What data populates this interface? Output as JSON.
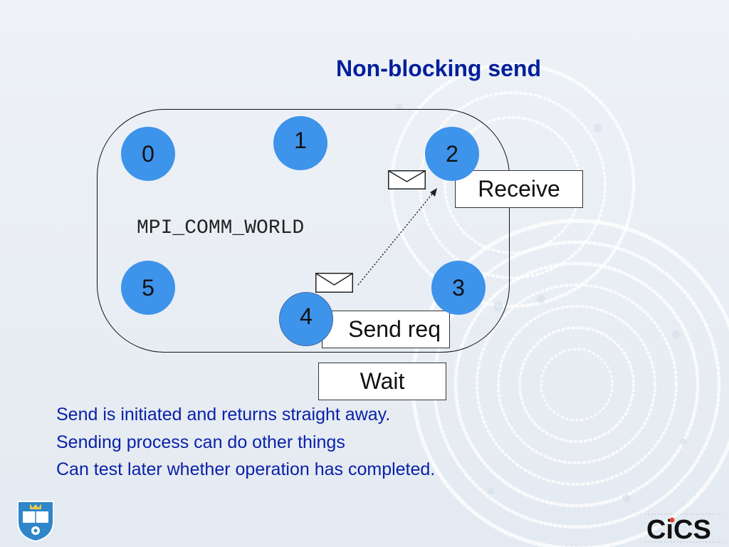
{
  "slide": {
    "title": "Non-blocking send",
    "communicator_label": "MPI_COMM_WORLD",
    "nodes": [
      "0",
      "1",
      "2",
      "3",
      "4",
      "5"
    ],
    "boxes": {
      "receive": "Receive",
      "send": "Send req",
      "wait": "Wait"
    },
    "bullets": [
      "Send is initiated and returns straight away.",
      "Sending process can do other things",
      "Can test later whether operation has completed."
    ],
    "logos": {
      "left": "University of Sheffield crest",
      "right": "CiCS"
    },
    "colors": {
      "title": "#001f9c",
      "node_fill": "#3e93ea",
      "bullet_text": "#0a21a8",
      "background": "#e9eef4"
    },
    "icons": [
      "envelope-icon",
      "dotted-arrow"
    ]
  }
}
